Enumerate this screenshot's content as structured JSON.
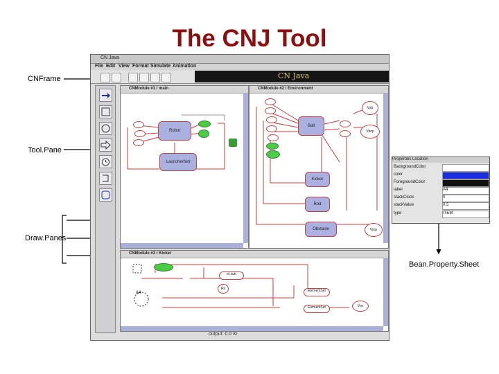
{
  "slide": {
    "title": "The CNJ Tool"
  },
  "callouts": {
    "cnframe": "CNFrame",
    "toolpane": "Tool.Pane",
    "drawpanes": "Draw.Panes",
    "beanpropsheet": "Bean.Property.Sheet"
  },
  "app": {
    "window_title": "CN Java",
    "banner": "CN Java",
    "menu": [
      "File",
      "Edit",
      "View",
      "Format",
      "Simulate",
      "Animation"
    ],
    "panes": {
      "main": "CNModule #1 / main",
      "environment": "CNModule #2 / Environment",
      "kicker": "CNModule #3 / Kicker"
    },
    "status": "output: 0.0 /0"
  },
  "diagram": {
    "main_boxes": [
      "Robot",
      "Launcherhint"
    ],
    "env_boxes": [
      "Ball",
      "Kicker",
      "Rod",
      "Obstacle"
    ],
    "env_ovals": [
      "Vxb",
      "Vbop",
      "Vtop"
    ],
    "kicker_labels": [
      "el.sub",
      "A4",
      "Rs",
      "ElementSet",
      "ElementSet",
      "Vpv"
    ]
  },
  "properties": {
    "header": "Properties  Location",
    "rows": [
      {
        "key": "BackgroundColor",
        "value": ""
      },
      {
        "key": "color",
        "value": ""
      },
      {
        "key": "ForegroundColor",
        "value": ""
      },
      {
        "key": "label",
        "value": "A4"
      },
      {
        "key": "stackClock",
        "value": "0"
      },
      {
        "key": "stackValue",
        "value": "0.5"
      },
      {
        "key": "type",
        "value": "ITEM"
      }
    ],
    "colors": {
      "background": "#ffffff",
      "color": "#1a2ee0",
      "foreground": "#111111"
    }
  },
  "colors": {
    "title": "#8b1010",
    "link": "#cc3b3b",
    "place": "#4ccc44",
    "transition": "#aab0e0"
  }
}
